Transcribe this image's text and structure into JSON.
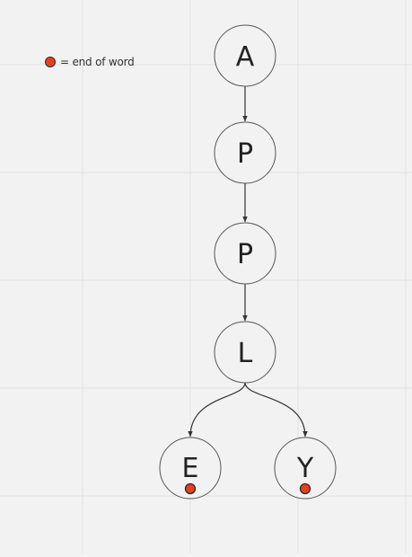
{
  "legend": {
    "marker_color": "#e8401c",
    "text": "= end of word"
  },
  "trie": {
    "nodes": [
      {
        "id": "n-a",
        "letter": "A",
        "end_of_word": false
      },
      {
        "id": "n-p1",
        "letter": "P",
        "end_of_word": false
      },
      {
        "id": "n-p2",
        "letter": "P",
        "end_of_word": false
      },
      {
        "id": "n-l",
        "letter": "L",
        "end_of_word": false
      },
      {
        "id": "n-e",
        "letter": "E",
        "end_of_word": true
      },
      {
        "id": "n-y",
        "letter": "Y",
        "end_of_word": true
      }
    ],
    "edges": [
      {
        "from": "n-a",
        "to": "n-p1"
      },
      {
        "from": "n-p1",
        "to": "n-p2"
      },
      {
        "from": "n-p2",
        "to": "n-l"
      },
      {
        "from": "n-l",
        "to": "n-e"
      },
      {
        "from": "n-l",
        "to": "n-y"
      }
    ]
  },
  "colors": {
    "background": "#f2f2f2",
    "grid": "#e2e2e2",
    "node_fill": "#f2f2f2",
    "node_stroke": "#555555",
    "edge": "#333333",
    "marker": "#e8401c"
  }
}
